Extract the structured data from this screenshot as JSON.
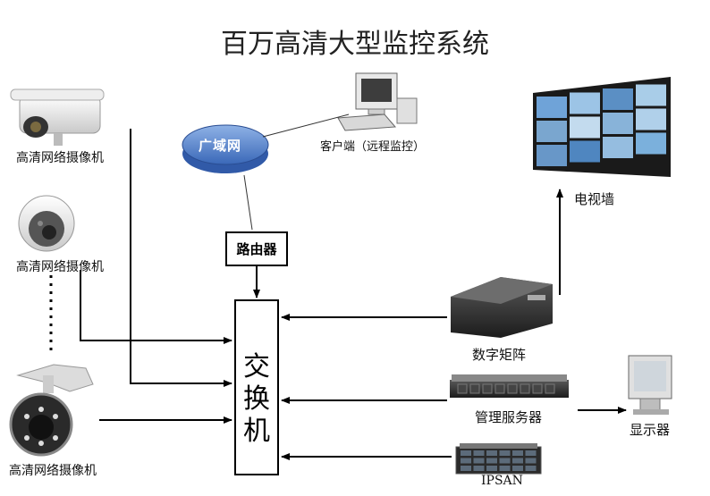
{
  "title": "百万高清大型监控系统",
  "cameras": {
    "bullet_label": "高清网络摄像机",
    "dome_label": "高清网络摄像机",
    "ptz_label": "高清网络摄像机"
  },
  "network": {
    "wan_label": "广域网",
    "client_label": "客户端（远程监控）",
    "router_label": "路由器"
  },
  "switch": {
    "chars": [
      "交",
      "换",
      "机"
    ]
  },
  "devices": {
    "video_wall_label": "电视墙",
    "matrix_label": "数字矩阵",
    "server_label": "管理服务器",
    "ipsan_label": "IPSAN",
    "monitor_label": "显示器"
  }
}
